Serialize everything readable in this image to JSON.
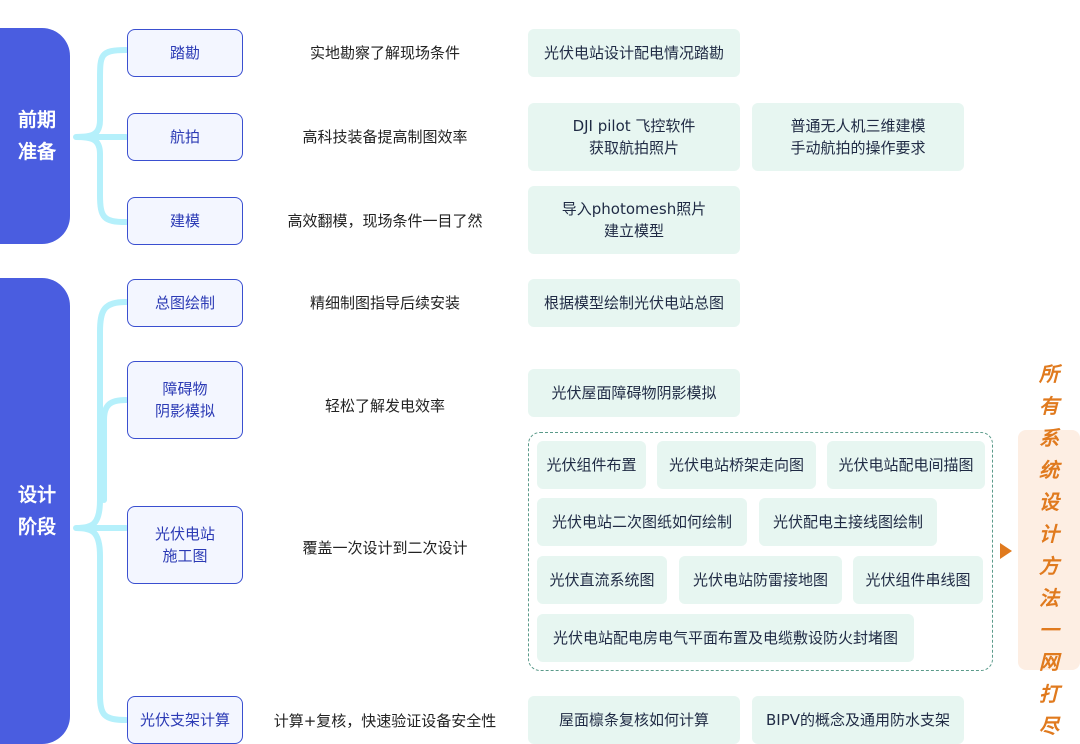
{
  "phases": {
    "prep": {
      "line1": "前期",
      "line2": "准备"
    },
    "design": {
      "line1": "设计",
      "line2": "阶段"
    }
  },
  "nodes": {
    "survey": "踏勘",
    "aerial": "航拍",
    "modeling": "建模",
    "layout": "总图绘制",
    "shadow1": "障碍物",
    "shadow2": "阴影模拟",
    "construction1": "光伏电站",
    "construction2": "施工图",
    "bracket": "光伏支架计算"
  },
  "connectors": {
    "survey": "实地勘察了解现场条件",
    "aerial": "高科技装备提高制图效率",
    "modeling": "高效翻模，现场条件一目了然",
    "layout": "精细制图指导后续安装",
    "shadow": "轻松了解发电效率",
    "construction": "覆盖一次设计到二次设计",
    "bracket": "计算+复核，快速验证设备安全性"
  },
  "tags": {
    "survey": "光伏电站设计配电情况踏勘",
    "aerial_a1": "DJI pilot 飞控软件",
    "aerial_a2": "获取航拍照片",
    "aerial_b1": "普通无人机三维建模",
    "aerial_b2": "手动航拍的操作要求",
    "modeling1": "导入photomesh照片",
    "modeling2": "建立模型",
    "layout": "根据模型绘制光伏电站总图",
    "shadow": "光伏屋面障碍物阴影模拟",
    "c1": "光伏组件布置",
    "c2": "光伏电站桥架走向图",
    "c3": "光伏电站配电间描图",
    "c4": "光伏电站二次图纸如何绘制",
    "c5": "光伏配电主接线图绘制",
    "c6": "光伏直流系统图",
    "c7": "光伏电站防雷接地图",
    "c8": "光伏组件串线图",
    "c9": "光伏电站配电房电气平面布置及电缆敷设防火封堵图",
    "bracket_a": "屋面檩条复核如何计算",
    "bracket_b": "BIPV的概念及通用防水支架"
  },
  "result": {
    "l1": "所有",
    "l2": "系统",
    "l3": "设计",
    "l4": "方法",
    "l5": "一网",
    "l6": "打尽"
  },
  "colors": {
    "phase": "#4a5de0",
    "node_border": "#3a4fd0",
    "connector": "#b5f0fb",
    "tag_bg": "#e7f6f1",
    "result_bg": "#fdeee3",
    "result_text": "#e07a1e"
  }
}
